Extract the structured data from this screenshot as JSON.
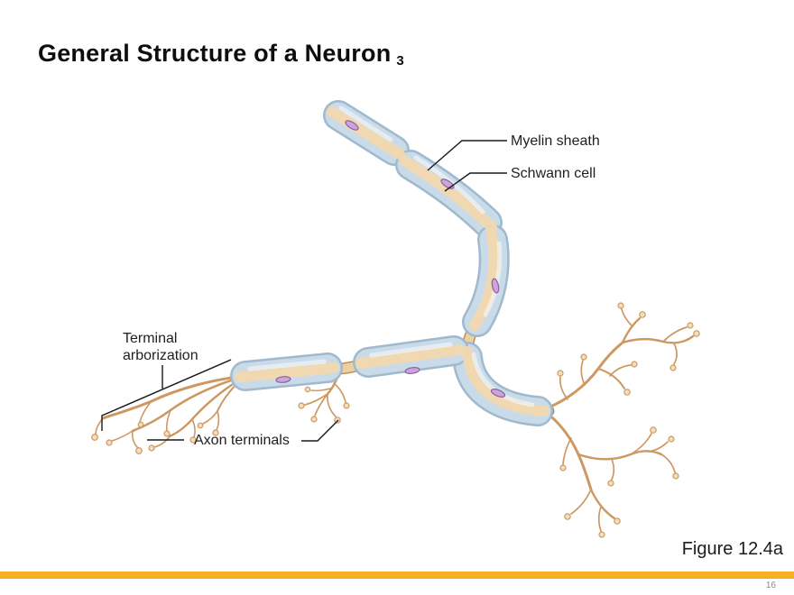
{
  "slide": {
    "title": "General Structure of a Neuron",
    "title_index": "3",
    "figure_caption": "Figure 12.4a",
    "page_number": "16",
    "accent_bar_color": "#F6B120"
  },
  "diagram": {
    "labels": {
      "myelin_sheath": "Myelin sheath",
      "schwann_cell": "Schwann cell",
      "terminal_arborization": "Terminal arborization",
      "axon_terminals": "Axon terminals"
    },
    "colors": {
      "myelin_body": "#C9DBE9",
      "myelin_edge": "#9FB9CE",
      "axon_fill": "#ECCFA3",
      "axon_band": "#F1D8AF",
      "axon_outline": "#C28A52",
      "branch": "#CD9862",
      "bulb_fill": "#F3DEBC",
      "nucleus_fill": "#CBA4DA",
      "nucleus_edge": "#8E5FA0",
      "leader_line": "#1A1A1A"
    }
  }
}
